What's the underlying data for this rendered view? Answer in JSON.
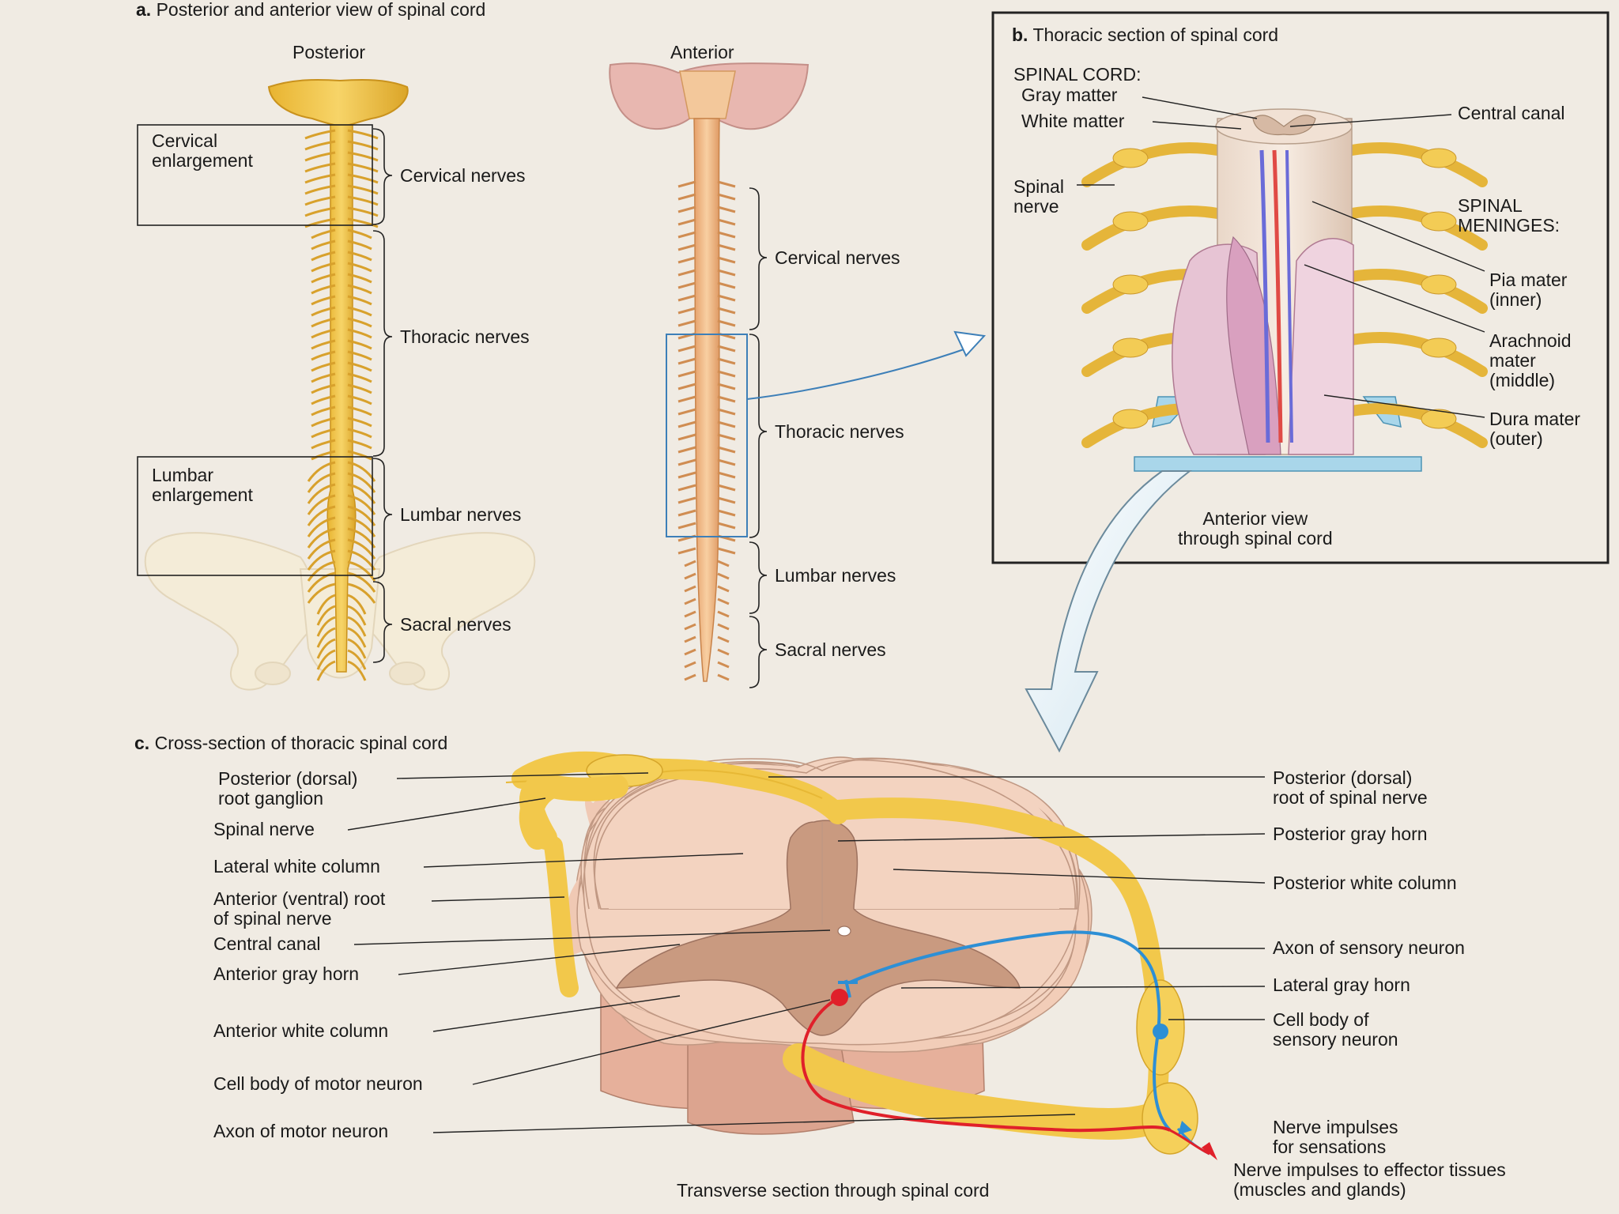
{
  "panel_a": {
    "title_letter": "a.",
    "title": "Posterior and anterior view of spinal cord",
    "posterior_label": "Posterior",
    "anterior_label": "Anterior",
    "posterior": {
      "cervical_enlargement": "Cervical\nenlargement",
      "lumbar_enlargement": "Lumbar\nenlargement",
      "cervical_nerves": "Cervical nerves",
      "thoracic_nerves": "Thoracic nerves",
      "lumbar_nerves": "Lumbar nerves",
      "sacral_nerves": "Sacral nerves"
    },
    "anterior": {
      "cervical_nerves": "Cervical nerves",
      "thoracic_nerves": "Thoracic nerves",
      "lumbar_nerves": "Lumbar nerves",
      "sacral_nerves": "Sacral nerves"
    }
  },
  "panel_b": {
    "title_letter": "b.",
    "title": "Thoracic section of spinal cord",
    "spinal_cord_heading": "SPINAL CORD:",
    "gray_matter": "Gray matter",
    "white_matter": "White matter",
    "central_canal": "Central canal",
    "spinal_nerve": "Spinal\nnerve",
    "meninges_heading": "SPINAL\nMENINGES:",
    "pia_mater": "Pia mater\n(inner)",
    "arachnoid_mater": "Arachnoid\nmater\n(middle)",
    "dura_mater": "Dura mater\n(outer)",
    "caption": "Anterior view\nthrough spinal cord"
  },
  "panel_c": {
    "title_letter": "c.",
    "title": "Cross-section of thoracic spinal cord",
    "left_labels": {
      "posterior_root_ganglion": "Posterior (dorsal)\nroot ganglion",
      "spinal_nerve": "Spinal nerve",
      "lateral_white_column": "Lateral white column",
      "anterior_root": "Anterior (ventral) root\nof spinal nerve",
      "central_canal": "Central canal",
      "anterior_gray_horn": "Anterior gray horn",
      "anterior_white_column": "Anterior white column",
      "cell_body_motor": "Cell body of motor neuron",
      "axon_motor": "Axon of motor neuron"
    },
    "right_labels": {
      "posterior_root_nerve": "Posterior (dorsal)\nroot of spinal nerve",
      "posterior_gray_horn": "Posterior gray horn",
      "posterior_white_column": "Posterior white column",
      "axon_sensory": "Axon of sensory neuron",
      "lateral_gray_horn": "Lateral gray horn",
      "cell_body_sensory": "Cell body of\nsensory neuron",
      "impulses_sensations": "Nerve impulses\nfor sensations",
      "impulses_effector": "Nerve impulses to effector tissues\n(muscles and glands)"
    },
    "caption": "Transverse section through spinal cord"
  },
  "colors": {
    "background": "#f0ebe3",
    "nerve_yellow": "#f2c84b",
    "cord_pink": "#f0c9b4",
    "gray_matter": "#c99a80",
    "sensory_blue": "#2d8fd5",
    "motor_red": "#e0202a",
    "highlight_box": "#3d7fb8"
  }
}
